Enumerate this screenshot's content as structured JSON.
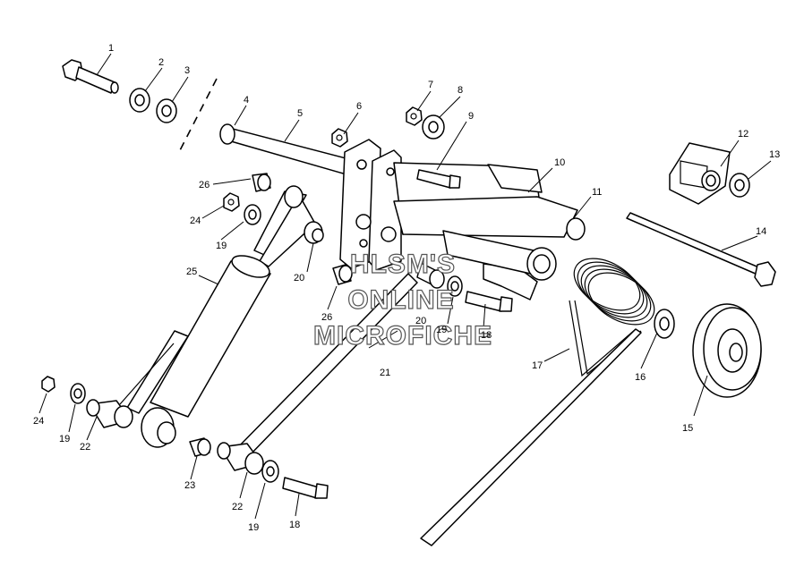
{
  "watermark": {
    "line1": "HLSM'S",
    "line2": "ONLINE",
    "line3": "MICROFICHE"
  },
  "callouts": [
    {
      "id": "c1",
      "label": "1"
    },
    {
      "id": "c2",
      "label": "2"
    },
    {
      "id": "c3",
      "label": "3"
    },
    {
      "id": "c4",
      "label": "4"
    },
    {
      "id": "c5",
      "label": "5"
    },
    {
      "id": "c6",
      "label": "6"
    },
    {
      "id": "c7",
      "label": "7"
    },
    {
      "id": "c8",
      "label": "8"
    },
    {
      "id": "c9",
      "label": "9"
    },
    {
      "id": "c10",
      "label": "10"
    },
    {
      "id": "c11",
      "label": "11"
    },
    {
      "id": "c12",
      "label": "12"
    },
    {
      "id": "c13",
      "label": "13"
    },
    {
      "id": "c14",
      "label": "14"
    },
    {
      "id": "c15",
      "label": "15"
    },
    {
      "id": "c16",
      "label": "16"
    },
    {
      "id": "c17",
      "label": "17"
    },
    {
      "id": "c18a",
      "label": "18"
    },
    {
      "id": "c18b",
      "label": "18"
    },
    {
      "id": "c19a",
      "label": "19"
    },
    {
      "id": "c19b",
      "label": "19"
    },
    {
      "id": "c19c",
      "label": "19"
    },
    {
      "id": "c19d",
      "label": "19"
    },
    {
      "id": "c20a",
      "label": "20"
    },
    {
      "id": "c20b",
      "label": "20"
    },
    {
      "id": "c21",
      "label": "21"
    },
    {
      "id": "c22a",
      "label": "22"
    },
    {
      "id": "c22b",
      "label": "22"
    },
    {
      "id": "c23",
      "label": "23"
    },
    {
      "id": "c24a",
      "label": "24"
    },
    {
      "id": "c24b",
      "label": "24"
    },
    {
      "id": "c25",
      "label": "25"
    },
    {
      "id": "c26a",
      "label": "26"
    },
    {
      "id": "c26b",
      "label": "26"
    }
  ]
}
